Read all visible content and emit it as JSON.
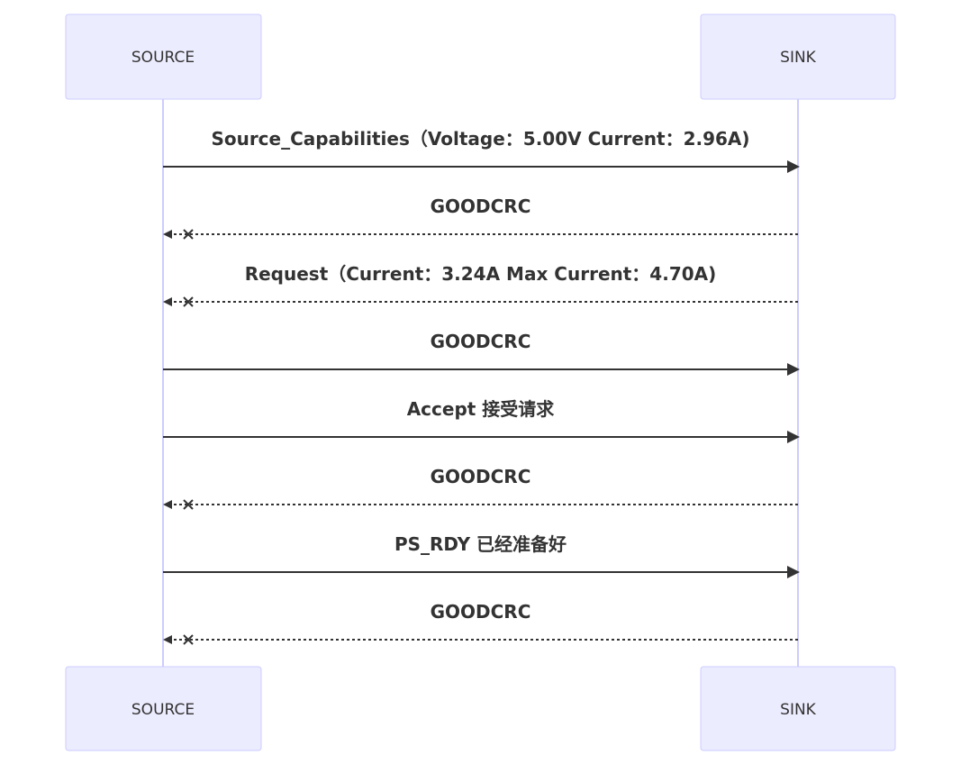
{
  "participants": [
    {
      "id": "source",
      "label": "SOURCE"
    },
    {
      "id": "sink",
      "label": "SINK"
    }
  ],
  "messages": [
    {
      "from": "source",
      "to": "sink",
      "label": "Source_Capabilities（Voltage：5.00V Current：2.96A)",
      "style": "solid",
      "arrow": "filled"
    },
    {
      "from": "sink",
      "to": "source",
      "label": "GOODCRC",
      "style": "dashed",
      "arrow": "cross"
    },
    {
      "from": "sink",
      "to": "source",
      "label": "Request（Current：3.24A Max Current：4.70A)",
      "style": "dashed",
      "arrow": "cross"
    },
    {
      "from": "source",
      "to": "sink",
      "label": "GOODCRC",
      "style": "solid",
      "arrow": "filled"
    },
    {
      "from": "source",
      "to": "sink",
      "label": "Accept 接受请求",
      "style": "solid",
      "arrow": "filled"
    },
    {
      "from": "sink",
      "to": "source",
      "label": "GOODCRC",
      "style": "dashed",
      "arrow": "cross"
    },
    {
      "from": "source",
      "to": "sink",
      "label": "PS_RDY 已经准备好",
      "style": "solid",
      "arrow": "filled"
    },
    {
      "from": "sink",
      "to": "source",
      "label": "GOODCRC",
      "style": "dashed",
      "arrow": "cross"
    }
  ],
  "colors": {
    "actor_fill": "#ECECFF",
    "actor_stroke": "#CCCCFF",
    "lifeline": "#CCCCFF",
    "line": "#333333",
    "text": "#333333"
  }
}
